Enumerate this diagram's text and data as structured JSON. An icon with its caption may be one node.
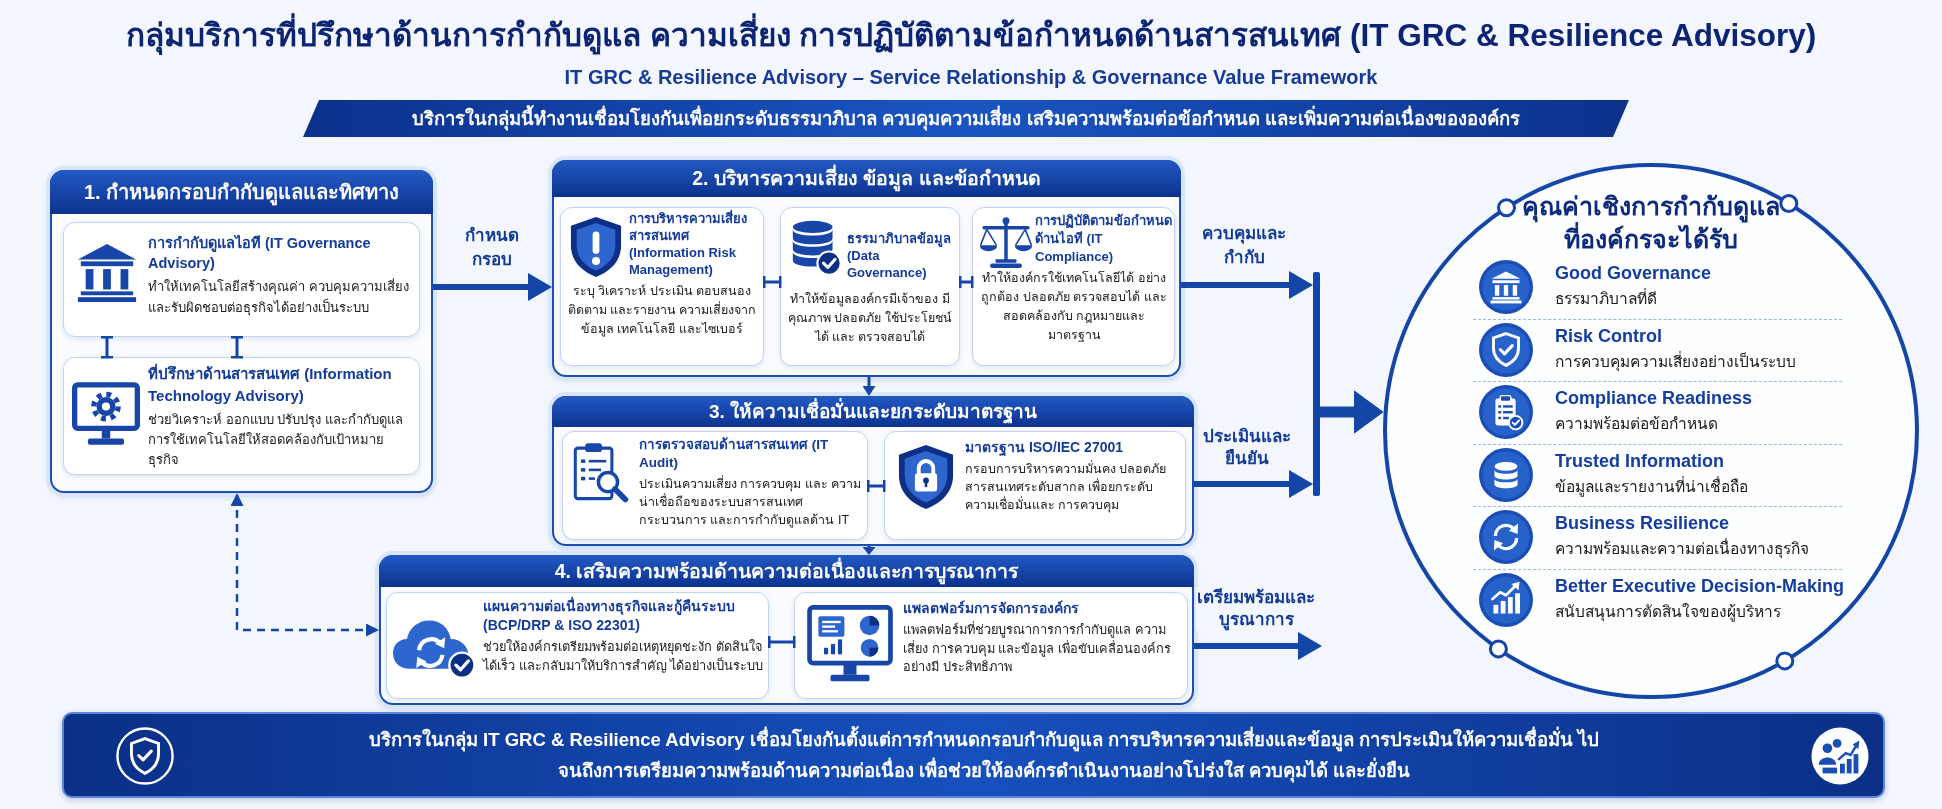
{
  "diagram": {
    "title": "กลุ่มบริการที่ปรึกษาด้านการกำกับดูแล ความเสี่ยง การปฏิบัติตามข้อกำหนดด้านสารสนเทศ (IT GRC & Resilience Advisory)",
    "nodes": [
      {
        "text": [
          "บริการในกลุ่มนี้ทำงานเชื่อมโยงกันเพื่อยกระดับธรรมาภิบาล ควบคุมความเสี่ยง เสริมความพร้อมต่อข้อกำหนด และเพิ่มความต่อเนื่องขององค์กร"
        ]
      },
      {
        "text": [
          "1. กำหนดกรอบกำกับดูแลและทิศทาง"
        ]
      },
      {
        "text": [
          "การกำกับดูแลไอที (IT Governance Advisory)",
          "ทำให้เทคโนโลยีสร้างคุณค่า ควบคุมความเสี่ยง และรับผิดชอบต่อธุรกิจได้อย่างเป็นระบบ"
        ],
        "in": 1
      },
      {
        "text": [
          "ที่ปรึกษาด้านสารสนเทศ (Information Technology Advisory)",
          "ช่วยวิเคราะห์ ออกแบบ ปรับปรุง และกำกับดูแล การใช้เทคโนโลยีให้สอดคล้องกับเป้าหมายธุรกิจ"
        ],
        "in": 1
      },
      {
        "text": [
          "2. บริหารความเสี่ยง ข้อมูล และข้อกำหนด"
        ]
      },
      {
        "text": [
          "การบริหารความเสี่ยง สารสนเทศ (Information Risk Management)",
          "ระบุ วิเคราะห์ ประเมิน ตอบสนอง ติดตาม และรายงาน ความเสี่ยงจากข้อมูล เทคโนโลยี และไซเบอร์"
        ],
        "in": 4
      },
      {
        "text": [
          "ธรรมาภิบาลข้อมูล (Data Governance)",
          "ทำให้ข้อมูลองค์กรมีเจ้าของ มีคุณภาพ ปลอดภัย ใช้ประโยชน์ได้ และ ตรวจสอบได้"
        ],
        "in": 4
      },
      {
        "text": [
          "การปฏิบัติตามข้อกำหนด ด้านไอที (IT Compliance)",
          "ทำให้องค์กรใช้เทคโนโลยีได้ อย่างถูกต้อง ปลอดภัย ตรวจสอบได้ และสอดคล้องกับ กฎหมายและมาตรฐาน"
        ],
        "in": 4
      },
      {
        "text": [
          "3. ให้ความเชื่อมั่นและยกระดับมาตรฐาน"
        ]
      },
      {
        "text": [
          "การตรวจสอบด้านสารสนเทศ (IT Audit)",
          "ประเมินความเสี่ยง การควบคุม และ ความน่าเชื่อถือของระบบสารสนเทศ กระบวนการ และการกำกับดูแลด้าน IT"
        ],
        "in": 8
      },
      {
        "text": [
          "มาตรฐาน ISO/IEC 27001",
          "กรอบการบริหารความมั่นคง ปลอดภัยสารสนเทศระดับสากล เพื่อยกระดับความเชื่อมั่นและ การควบคุม"
        ],
        "in": 8
      },
      {
        "text": [
          "4. เสริมความพร้อมด้านความต่อเนื่องและการบูรณาการ"
        ]
      },
      {
        "text": [
          "แผนความต่อเนื่องทางธุรกิจและกู้คืนระบบ (BCP/DRP & ISO 22301)",
          "ช่วยให้องค์กรเตรียมพร้อมต่อเหตุหยุดชะงัก ตัดสินใจได้เร็ว และกลับมาให้บริการสำคัญ ได้อย่างเป็นระบบ"
        ],
        "in": 11
      },
      {
        "text": [
          "แพลตฟอร์มการจัดการองค์กร",
          "แพลตฟอร์มที่ช่วยบูรณาการการกำกับดูแล ความเสี่ยง การควบคุม และข้อมูล เพื่อขับเคลื่อนองค์กรอย่างมี ประสิทธิภาพ"
        ],
        "in": 11
      },
      {
        "text": [],
        "shape": "bar"
      },
      {
        "text": [
          "คุณค่าเชิงการกำกับดูแล ที่องค์กรจะได้รับ",
          "Good Governance",
          "ธรรมาภิบาลที่ดี",
          "Risk Control",
          "การควบคุมความเสี่ยงอย่างเป็นระบบ",
          "Compliance Readiness",
          "ความพร้อมต่อข้อกำหนด",
          "Trusted Information",
          "ข้อมูลและรายงานที่น่าเชื่อถือ",
          "Business Resilience",
          "ความพร้อมและความต่อเนื่องทางธุรกิจ",
          "Better Executive Decision-Making",
          "สนับสนุนการตัดสินใจของผู้บริหาร"
        ]
      },
      {
        "text": [
          "บริการในกลุ่ม IT GRC & Resilience Advisory เชื่อมโยงกันตั้งแต่การกำหนดกรอบกำกับดูแล การบริหารความเสี่ยงและข้อมูล การประเมินให้ความเชื่อมั่น ไปจนถึงการเตรียมความพร้อมด้านความต่อเนื่อง เพื่อช่วยให้องค์กรดำเนินงานอย่างโปร่งใส ควบคุมได้ และยั่งยืน"
        ]
      }
    ],
    "edges": [
      {
        "from": 1,
        "to": 4,
        "arrow": "to",
        "label": "กำหนด กรอบ",
        "style": "thick"
      },
      {
        "from": 2,
        "to": 3,
        "arrow": "other"
      },
      {
        "from": 2,
        "to": 3,
        "arrow": "other"
      },
      {
        "from": 5,
        "to": 6,
        "arrow": "other"
      },
      {
        "from": 6,
        "to": 7,
        "arrow": "other"
      },
      {
        "from": 4,
        "to": 8,
        "arrow": "to"
      },
      {
        "from": 9,
        "to": 10,
        "arrow": "other"
      },
      {
        "from": 8,
        "to": 11,
        "arrow": "to"
      },
      {
        "from": 12,
        "to": 13,
        "arrow": "other"
      },
      {
        "from": 1,
        "to": 11,
        "arrow": "both",
        "style": "dashed"
      },
      {
        "from": 4,
        "to": 14,
        "arrow": "to",
        "label": "ควบคุมและ กำกับ",
        "style": "thick"
      },
      {
        "from": 8,
        "to": 14,
        "arrow": "to",
        "label": "ประเมินและ ยืนยัน",
        "style": "thick"
      },
      {
        "from": 11,
        "to": null,
        "arrow": "to",
        "label": "เตรียมพร้อมและ บูรณาการ",
        "style": "thick"
      },
      {
        "from": 14,
        "to": 15,
        "arrow": "to",
        "style": "thick"
      }
    ],
    "labels": [
      "IT GRC & Resilience Advisory – Service Relationship & Governance Value Framework"
    ]
  }
}
